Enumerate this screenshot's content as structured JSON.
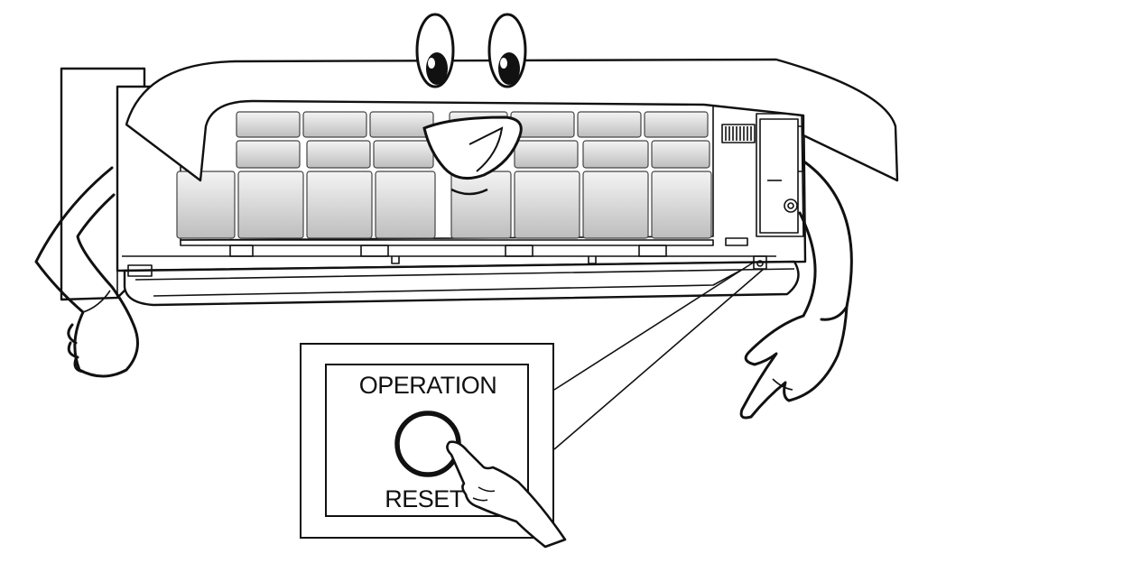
{
  "diagram": {
    "labels": {
      "operation": "OPERATION",
      "reset": "RESET"
    },
    "colors": {
      "line": "#111111",
      "filter_light": "#f2f2f2",
      "filter_dark": "#bdbdbd",
      "background": "#ffffff"
    },
    "icons": [
      "indoor-unit",
      "cartoon-eyes-icon",
      "cartoon-mouth-icon",
      "left-arm",
      "right-arm-pointing",
      "pressing-hand-icon",
      "reset-button"
    ]
  }
}
